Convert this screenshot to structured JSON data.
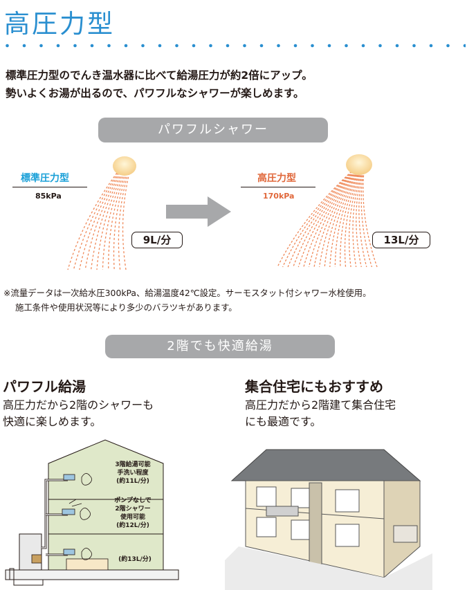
{
  "page": {
    "title": "高圧力型",
    "intro": [
      "標準圧力型のでんき温水器に比べて給湯圧力が約2倍にアップ。",
      "勢いよくお湯が出るので、パワフルなシャワーが楽しめます。"
    ]
  },
  "shower": {
    "heading": "パワフルシャワー",
    "standard": {
      "label": "標準圧力型",
      "pressure": "85kPa",
      "flow": "9L/分"
    },
    "high": {
      "label": "高圧力型",
      "pressure": "170kPa",
      "flow": "13L/分"
    },
    "note": [
      "※流量データは一次給水圧300kPa、給湯温度42℃設定。サーモスタット付シャワー水栓使用。",
      "施工条件や使用状況等により多少のバラツキがあります。"
    ]
  },
  "second_floor": {
    "heading": "2階でも快適給湯",
    "left": {
      "title": "パワフル給湯",
      "text": [
        "高圧力だから2階のシャワーも",
        "快適に楽しめます。"
      ],
      "floors": [
        [
          "3階給湯可能",
          "手洗い程度",
          "(約11L/分)"
        ],
        [
          "ポンプなしで",
          "2階シャワー",
          "使用可能",
          "(約12L/分)"
        ],
        [
          "(約13L/分)"
        ]
      ]
    },
    "right": {
      "title": "集合住宅にもおすすめ",
      "text": [
        "高圧力だから2階建て集合住宅",
        "にも最適です。"
      ]
    }
  },
  "colors": {
    "title": "#2a8fd0",
    "standard_label": "#1aa0d8",
    "high_label": "#e0673a",
    "spray": "#ef8a5a",
    "pill": "#a7a8aa",
    "arrow": "#a7a8aa"
  }
}
